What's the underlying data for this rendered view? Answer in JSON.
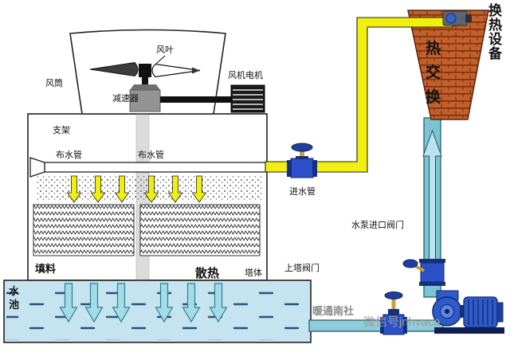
{
  "diagram": {
    "labels": {
      "fan_blade": "风叶",
      "fan_duct": "风筒",
      "fan_motor": "风机电机",
      "reducer": "减速器",
      "bracket": "支架",
      "water_distribution_pipe_left": "布水管",
      "water_distribution_pipe_right": "布水管",
      "inlet_pipe": "进水管",
      "fill_material": "填料",
      "heat_dissipation": "散热",
      "tower_body": "塔体",
      "to_tower_valve": "上塔阀门",
      "pump_inlet_valve": "水泵进口阀门",
      "water_pool": "水池",
      "heat_exchange": "热交换",
      "heat_exchange_equipment": "换热设备"
    },
    "watermarks": {
      "site": "暖通南社",
      "wechat": "微信号jnhvaca"
    },
    "colors": {
      "hot_water_pipe_yellow": "#f2ee0f",
      "cool_water_pipe_cyan": "#7cc4d4",
      "pool_blue": "#c6e4ef",
      "heat_exchanger_orange": "#c2602c",
      "valve_blue": "#2b50c8",
      "pump_blue": "#2e5bc9"
    }
  }
}
